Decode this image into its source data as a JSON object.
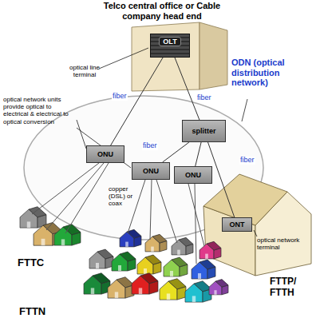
{
  "diagram": {
    "title": "Telco central office or Cable company head end",
    "nodes": [
      {
        "text": [
          "OLT"
        ]
      },
      {
        "text": [
          "splitter"
        ]
      },
      {
        "text": [
          "ONU"
        ]
      },
      {
        "text": [
          "ONU"
        ]
      },
      {
        "text": [
          "ONU"
        ]
      },
      {
        "text": [
          "ONT"
        ]
      }
    ],
    "edges": [
      {
        "from": 0,
        "to": 1,
        "arrow": "none",
        "label": "fiber"
      },
      {
        "from": 0,
        "to": 2,
        "arrow": "none",
        "label": "fiber"
      },
      {
        "from": 1,
        "to": 3,
        "arrow": "none",
        "label": "fiber"
      },
      {
        "from": 1,
        "to": 4,
        "arrow": "none"
      },
      {
        "from": 1,
        "to": 5,
        "arrow": "none",
        "label": "fiber"
      }
    ],
    "labels": [
      "optical line terminal",
      "ODN (optical distribution network)",
      "optical network units provide optical to electrical & electrical to optical conversion",
      "copper (DSL) or coax",
      "optical network terminal",
      "FTTC",
      "FTTN",
      "FTTP/ FTTH"
    ]
  }
}
